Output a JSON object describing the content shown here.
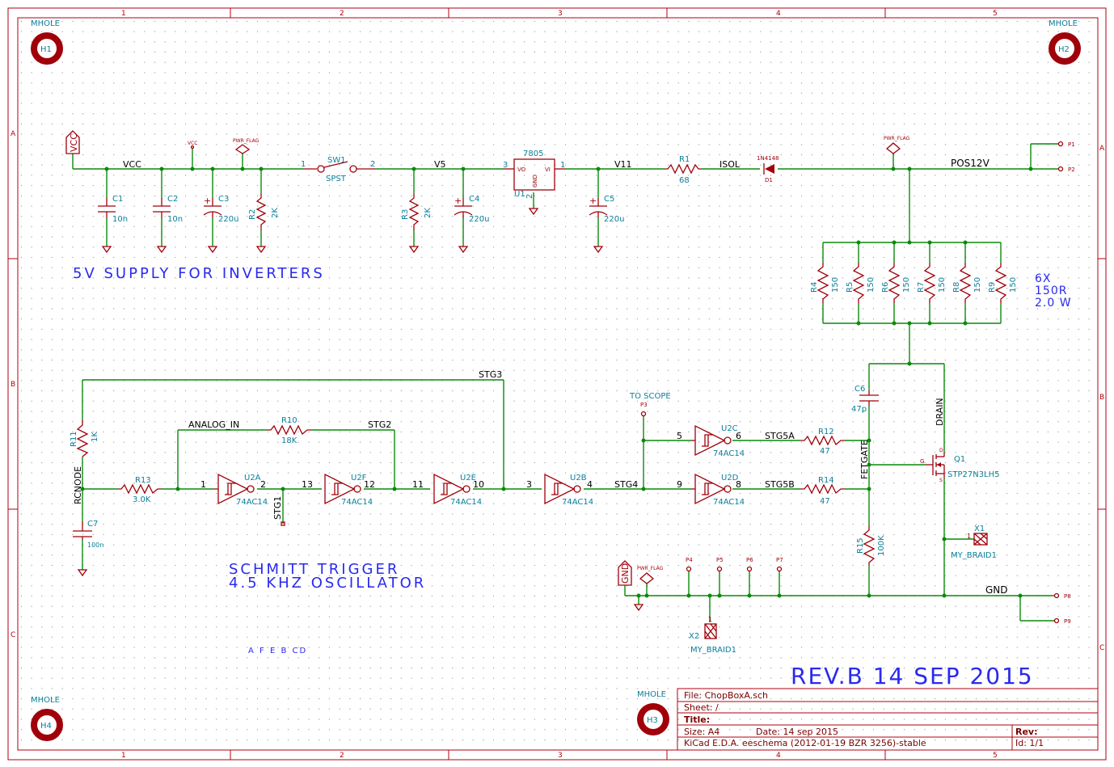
{
  "frame": {
    "col_markers": [
      "1",
      "2",
      "3",
      "4",
      "5"
    ],
    "row_markers": [
      "A",
      "B",
      "C"
    ]
  },
  "mounting_holes": [
    {
      "label": "MHOLE",
      "ref": "H1"
    },
    {
      "label": "MHOLE",
      "ref": "H2"
    },
    {
      "label": "MHOLE",
      "ref": "H3"
    },
    {
      "label": "MHOLE",
      "ref": "H4"
    }
  ],
  "supply": {
    "vcc_port": "VCC",
    "vcc_net": "VCC",
    "vcc_small": "VCC",
    "pwr_flag": "PWR_FLAG",
    "c1": {
      "ref": "C1",
      "value": "10n"
    },
    "c2": {
      "ref": "C2",
      "value": "10n"
    },
    "c3": {
      "ref": "C3",
      "value": "220u"
    },
    "r2": {
      "ref": "R2",
      "value": "2K"
    },
    "sw1": {
      "ref": "SW1",
      "value": "SPST",
      "pin1": "1",
      "pin2": "2"
    },
    "v5_net": "V5",
    "r3": {
      "ref": "R3",
      "value": "2K"
    },
    "c4": {
      "ref": "C4",
      "value": "220u"
    },
    "u1": {
      "ref": "U1",
      "value": "7805",
      "vo": "VO",
      "vi": "VI",
      "gnd": "GND",
      "pin3": "3",
      "pin1": "1",
      "pin2": "2"
    },
    "v11_net": "V11",
    "c5": {
      "ref": "C5",
      "value": "220u"
    },
    "r1": {
      "ref": "R1",
      "value": "68"
    },
    "isol_net": "ISOL",
    "d1": {
      "ref": "D1",
      "value": "1N4148"
    },
    "pos12v_net": "POS12V",
    "p1": "P1",
    "p2": "P2",
    "note": "5V  SUPPLY  FOR  INVERTERS"
  },
  "load": {
    "resistors": [
      {
        "ref": "R4",
        "value": "150"
      },
      {
        "ref": "R5",
        "value": "150"
      },
      {
        "ref": "R6",
        "value": "150"
      },
      {
        "ref": "R7",
        "value": "150"
      },
      {
        "ref": "R8",
        "value": "150"
      },
      {
        "ref": "R9",
        "value": "150"
      }
    ],
    "note_line1": "6X",
    "note_line2": "150R",
    "note_line3": "2.0 W"
  },
  "oscillator": {
    "stg3": "STG3",
    "stg2": "STG2",
    "stg1": "STG1",
    "stg4": "STG4",
    "analog_in": "ANALOG_IN",
    "rcnode": "RCNODE",
    "r11": {
      "ref": "R11",
      "value": "1K"
    },
    "r10": {
      "ref": "R10",
      "value": "18K"
    },
    "r13": {
      "ref": "R13",
      "value": "3.0K"
    },
    "c7": {
      "ref": "C7",
      "value": "100n"
    },
    "u2a": {
      "ref": "U2A",
      "value": "74AC14",
      "in": "1",
      "out": "2"
    },
    "u2f": {
      "ref": "U2F",
      "value": "74AC14",
      "in": "13",
      "out": "12"
    },
    "u2e": {
      "ref": "U2E",
      "value": "74AC14",
      "in": "11",
      "out": "10"
    },
    "u2b": {
      "ref": "U2B",
      "value": "74AC14",
      "in": "3",
      "out": "4"
    },
    "note_line1": "SCHMITT  TRIGGER",
    "note_line2": "4.5 KHZ  OSCILLATOR",
    "unused": "A  F  E  B  CD"
  },
  "driver": {
    "to_scope": "TO SCOPE",
    "p3": "P3",
    "u2c": {
      "ref": "U2C",
      "value": "74AC14",
      "in": "5",
      "out": "6"
    },
    "u2d": {
      "ref": "U2D",
      "value": "74AC14",
      "in": "9",
      "out": "8"
    },
    "stg5a": "STG5A",
    "stg5b": "STG5B",
    "r12": {
      "ref": "R12",
      "value": "47"
    },
    "r14": {
      "ref": "R14",
      "value": "47"
    },
    "fetgate": "FETGATE",
    "drain": "DRAIN",
    "c6": {
      "ref": "C6",
      "value": "47p"
    },
    "q1": {
      "ref": "Q1",
      "value": "STP27N3LH5",
      "g": "G",
      "d": "D",
      "s": "S"
    },
    "r15": {
      "ref": "R15",
      "value": "100K"
    },
    "x1": {
      "ref": "X1",
      "value": "MY_BRAID1",
      "pin": "1"
    },
    "x2": {
      "ref": "X2",
      "value": "MY_BRAID1",
      "pin": "1"
    },
    "gnd_port": "GND",
    "gnd_net": "GND",
    "pwr_flag": "PWR_FLAG",
    "p4": "P4",
    "p5": "P5",
    "p6": "P6",
    "p7": "P7",
    "p8": "P8",
    "p9": "P9"
  },
  "title_block": {
    "revision_note": "REV.B  14 SEP 2015",
    "file": "File: ChopBoxA.sch",
    "sheet": "Sheet: /",
    "title": "Title:",
    "size": "Size: A4",
    "date": "Date: 14 sep 2015",
    "rev": "Rev:",
    "kicad": "KiCad E.D.A.  eeschema (2012-01-19 BZR 3256)-stable",
    "id": "Id: 1/1"
  },
  "colors": {
    "wire": "#0a8a0a",
    "component": "#a0000a",
    "reference": "#0a7f9a",
    "note": "#2a2aee",
    "border": "#b00010"
  }
}
